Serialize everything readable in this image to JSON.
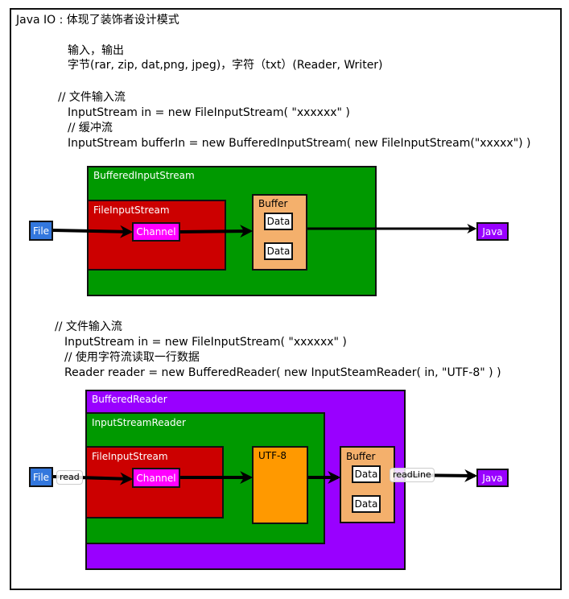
{
  "title": "Java IO : 体现了装饰者设计模式",
  "intro": {
    "line1": "输入，输出",
    "line2": "字节(rar, zip, dat,png, jpeg)，字符（txt）(Reader, Writer)"
  },
  "code1": {
    "comment1": "// 文件输入流",
    "line1": "InputStream in = new FileInputStream( \"xxxxxx\" )",
    "comment2": "// 缓冲流",
    "line2": "InputStream bufferIn = new BufferedInputStream( new FileInputStream(\"xxxxx\") )"
  },
  "diagram1": {
    "outer": "BufferedInputStream",
    "inner": "FileInputStream",
    "channel": "Channel",
    "buffer": "Buffer",
    "data": [
      "Data",
      "Data"
    ],
    "source": "File",
    "target": "Java"
  },
  "code2": {
    "comment1": "// 文件输入流",
    "line1": "InputStream in = new FileInputStream( \"xxxxxx\" )",
    "comment2": "// 使用字符流读取一行数据",
    "line2": "Reader reader = new BufferedReader( new InputSteamReader(  in, \"UTF-8\" )  )"
  },
  "diagram2": {
    "outer": "BufferedReader",
    "middle": "InputStreamReader",
    "inner": "FileInputStream",
    "channel": "Channel",
    "decoder": "UTF-8",
    "buffer": "Buffer",
    "data": [
      "Data",
      "Data"
    ],
    "source": "File",
    "target": "Java",
    "read_label": "read",
    "readline_label": "readLine"
  },
  "colors": {
    "green": "#009900",
    "red": "#cc0000",
    "magenta": "#ff00ff",
    "purple": "#9900ff",
    "blue": "#3377dd",
    "buffer": "#f4b06c",
    "orange": "#ff9900"
  }
}
